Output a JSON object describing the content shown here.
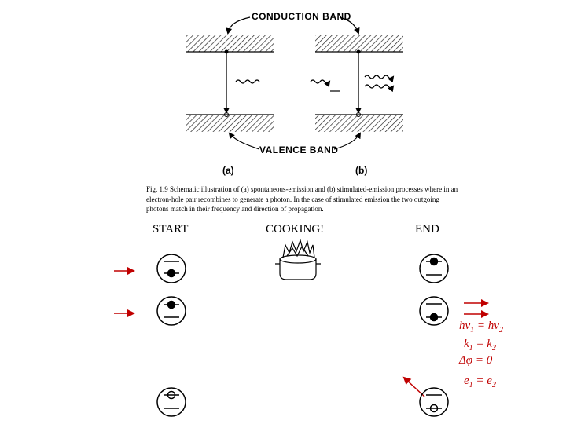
{
  "figure": {
    "conduction_band_label": "CONDUCTION BAND",
    "valence_band_label": "VALENCE BAND",
    "panel_a_label": "(a)",
    "panel_b_label": "(b)",
    "caption": "Fig. 1.9 Schematic illustration of (a) spontaneous-emission and (b) stimulated-emission processes where in an electron-hole pair recombines to generate a photon. In the case of stimulated emission the two outgoing photons match in their frequency and direction of propagation."
  },
  "stages": {
    "start": "START",
    "cooking": "COOKING!",
    "end": "END"
  },
  "equations": {
    "energy_lhs": "hν",
    "energy_rhs": "hν",
    "sub1": "1",
    "sub2": "2",
    "equals": " = ",
    "k": "k",
    "phase": "Δφ = 0",
    "e": "e"
  },
  "colors": {
    "accent": "#c00000",
    "ink": "#000000"
  },
  "icons": [
    "right-arrow-icon",
    "pot-icon",
    "atom-level-icon",
    "photon-wave-icon"
  ]
}
